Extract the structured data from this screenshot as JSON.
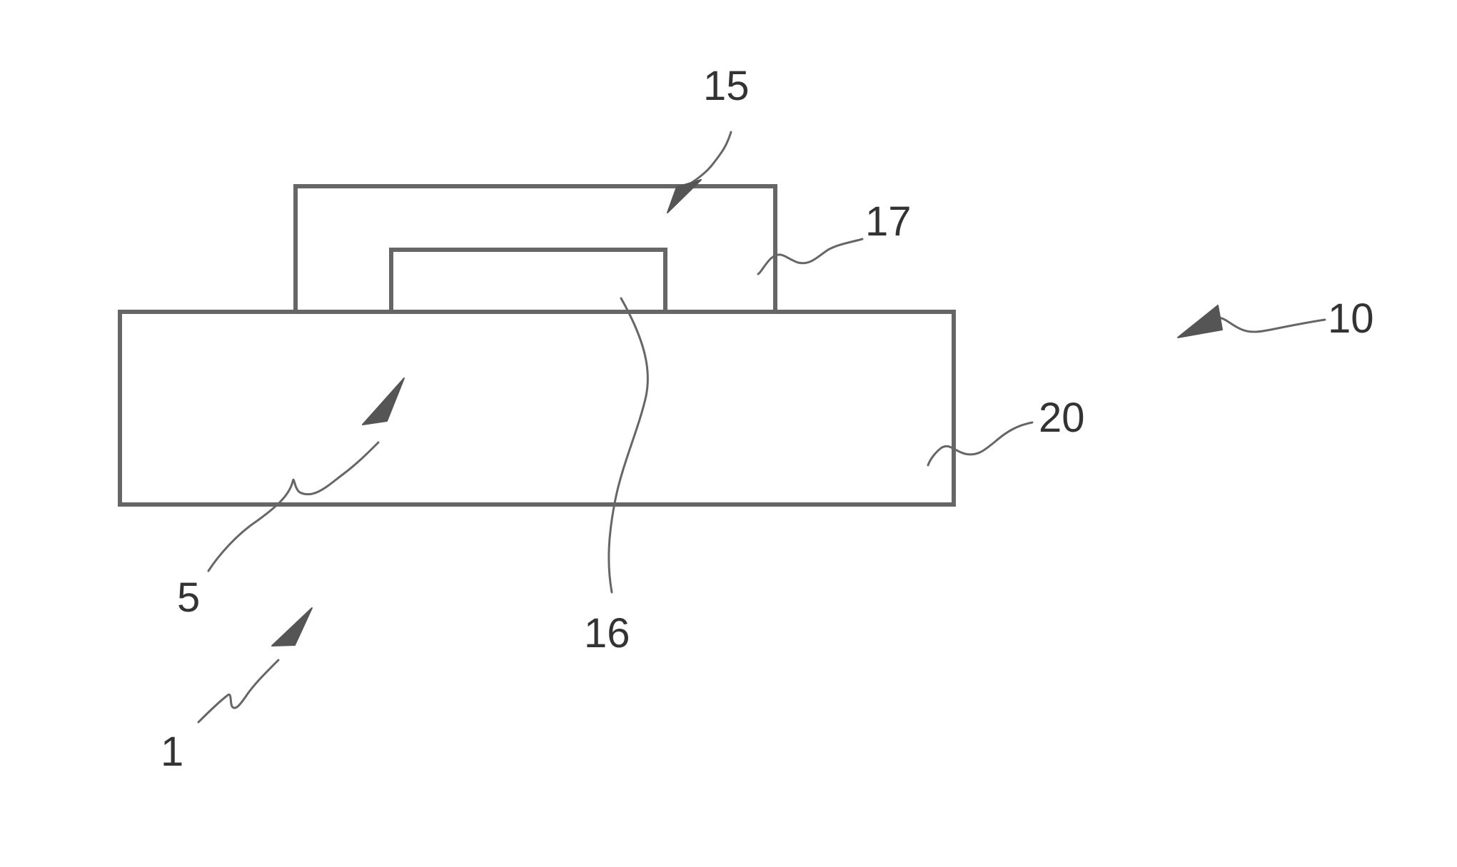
{
  "figure": {
    "labels": {
      "ref_1": "1",
      "ref_5": "5",
      "ref_10": "10",
      "ref_15": "15",
      "ref_16": "16",
      "ref_17": "17",
      "ref_20": "20"
    },
    "colors": {
      "line": "#666666",
      "arrow": "#555555",
      "text": "#333333",
      "background": "#ffffff"
    },
    "icons": {
      "arrowhead": "filled-arrowhead-icon"
    }
  }
}
